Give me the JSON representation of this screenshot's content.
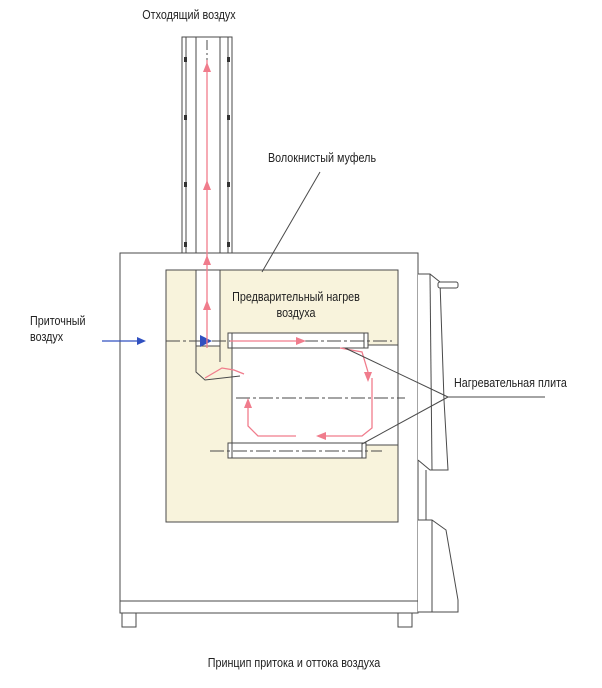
{
  "labels": {
    "exhaust_air": "Отходящий воздух",
    "fiber_muffle": "Волокнистый муфель",
    "preheat_line1": "Предварительный нагрев",
    "preheat_line2": "воздуха",
    "supply_line1": "Приточный",
    "supply_line2": "воздух",
    "heating_plate": "Нагревательная плита",
    "caption": "Принцип притока и оттока воздуха"
  },
  "colors": {
    "outline": "#4a4a4a",
    "muffle_fill": "#f8f3dc",
    "flow_arrow": "#f07c8c",
    "supply_arrow": "#3050c0"
  }
}
